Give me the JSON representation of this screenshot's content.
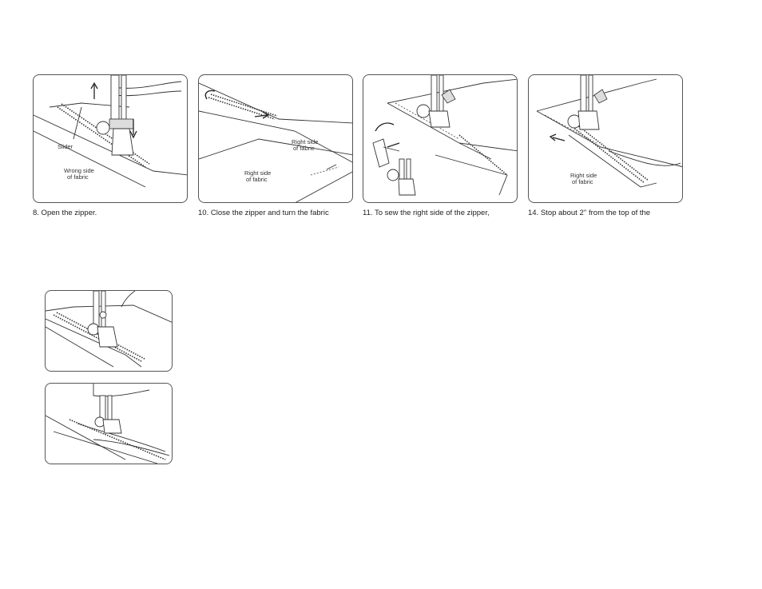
{
  "panels": [
    {
      "labels": {
        "slider": "Slider",
        "wrong_side_1": "Wrong side",
        "wrong_side_2": "of fabric"
      }
    },
    {
      "labels": {
        "right_side_a1": "Right side",
        "right_side_a2": "of fabric",
        "right_side_b1": "Right side",
        "right_side_b2": "of fabric"
      }
    },
    {
      "labels": {}
    },
    {
      "labels": {
        "right_side_1": "Right side",
        "right_side_2": "of fabric"
      }
    }
  ],
  "captions": [
    "8.  Open the zipper.",
    "10.  Close the zipper and turn the fabric",
    "11.  To sew the right side of the  zipper,",
    "14.  Stop about 2'' from the  top  of  the"
  ]
}
